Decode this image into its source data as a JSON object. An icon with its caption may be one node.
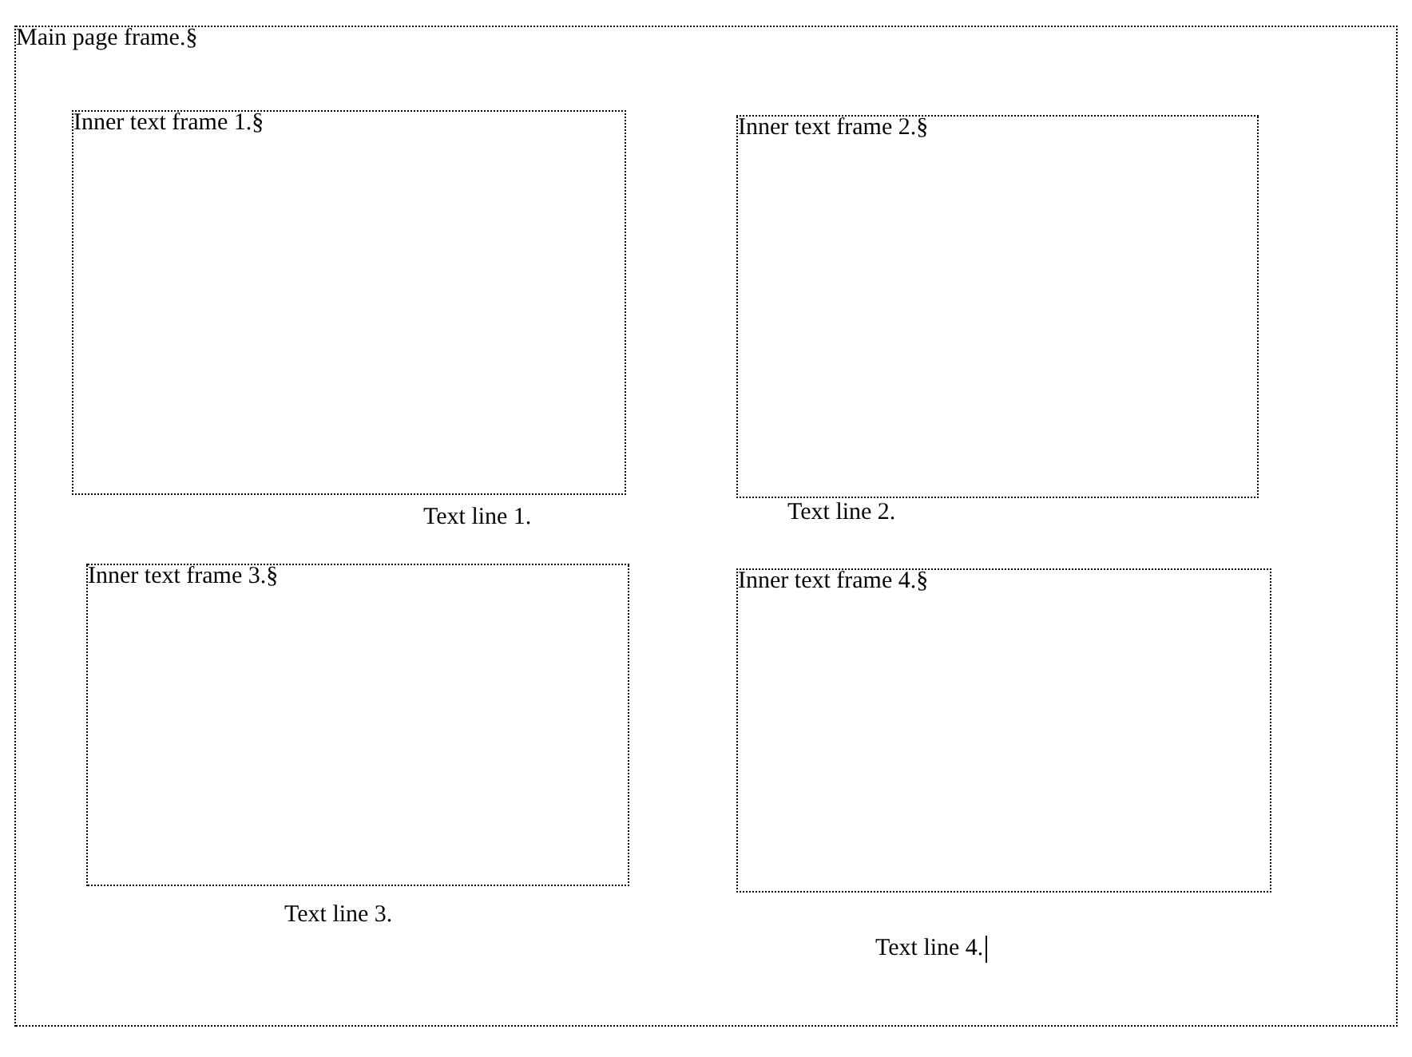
{
  "diagram": {
    "nodes": [
      {
        "text": [
          "Main page frame.§"
        ]
      },
      {
        "text": [
          "Inner text frame 1.§"
        ],
        "in": 0
      },
      {
        "text": [
          "Inner text frame 2.§"
        ],
        "in": 0
      },
      {
        "text": [
          "Inner text frame 3.§"
        ],
        "in": 0
      },
      {
        "text": [
          "Inner text frame 4.§"
        ],
        "in": 0
      }
    ],
    "edges": [],
    "labels": [
      "Text line 1.",
      "Text line 2.",
      "Text line 3.",
      "Text line 4."
    ]
  }
}
